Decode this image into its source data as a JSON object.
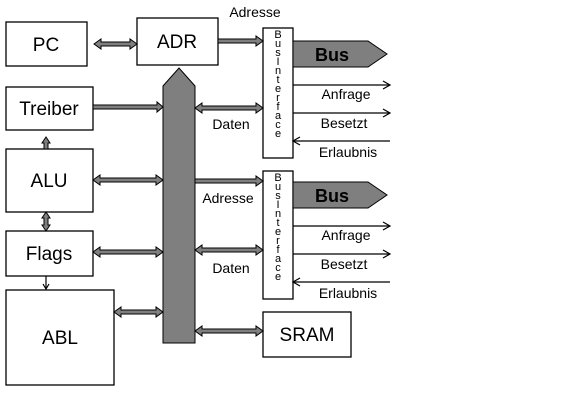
{
  "blocks": {
    "pc": "PC",
    "adr": "ADR",
    "treiber": "Treiber",
    "alu": "ALU",
    "flags": "Flags",
    "abl": "ABL",
    "sram": "SRAM"
  },
  "bus_interface": {
    "label": "BusInterface",
    "bus_label": "Bus"
  },
  "signals": {
    "adresse_top": "Adresse",
    "adresse_mid": "Adresse",
    "daten_1": "Daten",
    "daten_2": "Daten",
    "anfrage_1": "Anfrage",
    "besetzt_1": "Besetzt",
    "erlaubnis_1": "Erlaubnis",
    "anfrage_2": "Anfrage",
    "besetzt_2": "Besetzt",
    "erlaubnis_2": "Erlaubnis"
  },
  "colors": {
    "bus_fill": "#7f7f7f",
    "line": "#000000",
    "box_fill": "#ffffff"
  }
}
